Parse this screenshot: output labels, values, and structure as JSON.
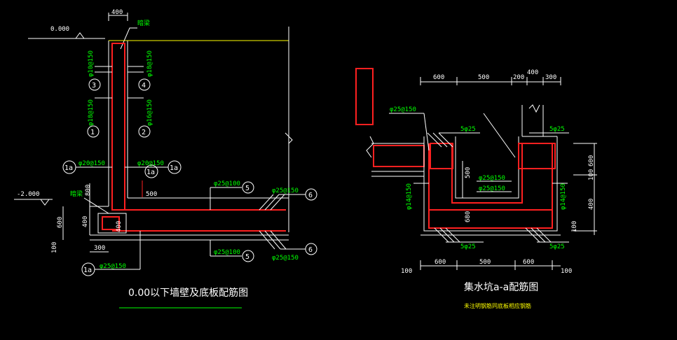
{
  "left": {
    "title": "0.00以下墙壁及底板配筋图",
    "elev_top": "0.000",
    "elev_low": "-2.000",
    "dim_wall_top": "400",
    "note_top": "暗梁",
    "note_left": "暗梁",
    "rebar_wall_outer_upper": "φ10@150",
    "rebar_wall_outer_lower": "φ18@150",
    "rebar_wall_inner_upper": "φ18@150",
    "rebar_wall_inner_lower": "φ16@150",
    "bubble_3": "3",
    "bubble_4": "4",
    "bubble_1": "1",
    "bubble_2": "2",
    "bubble_1a": "1a",
    "rebar_1a_a": "φ20@150",
    "rebar_1a_b": "φ20@150",
    "rebar_1a_bottom": "φ25@150",
    "dim_500": "500",
    "dim_800": "800",
    "dim_400": "400",
    "dim_600": "600",
    "dim_100": "100",
    "dim_300": "300",
    "rebar_5_top": "φ25@100",
    "rebar_5_bottom": "φ25@100",
    "bubble_5": "5",
    "rebar_6_top": "φ25@150",
    "rebar_6_bottom": "φ25@150",
    "bubble_6": "6"
  },
  "right": {
    "title": "集水坑a-a配筋图",
    "subtitle": "未注明钢筋同底板相应钢筋",
    "dims_top": [
      "600",
      "500",
      "200",
      "400",
      "300"
    ],
    "dims_bottom": [
      "100",
      "600",
      "500",
      "600",
      "100"
    ],
    "dims_right": [
      "600",
      "100",
      "400",
      "100"
    ],
    "dim_500_inner": "500",
    "dim_680": "680",
    "rebar_25_150_left": "φ25@150",
    "rebar_5_25_top_left": "5φ25",
    "rebar_5_25_top_right": "5φ25",
    "rebar_5_25_bot_left": "5φ25",
    "rebar_5_25_bot_right": "5φ25",
    "rebar_25_150_mid1": "φ25@150",
    "rebar_25_150_mid2": "φ25@150",
    "rebar_14_150_left": "φ14@150",
    "rebar_14_150_right": "φ14@150"
  }
}
